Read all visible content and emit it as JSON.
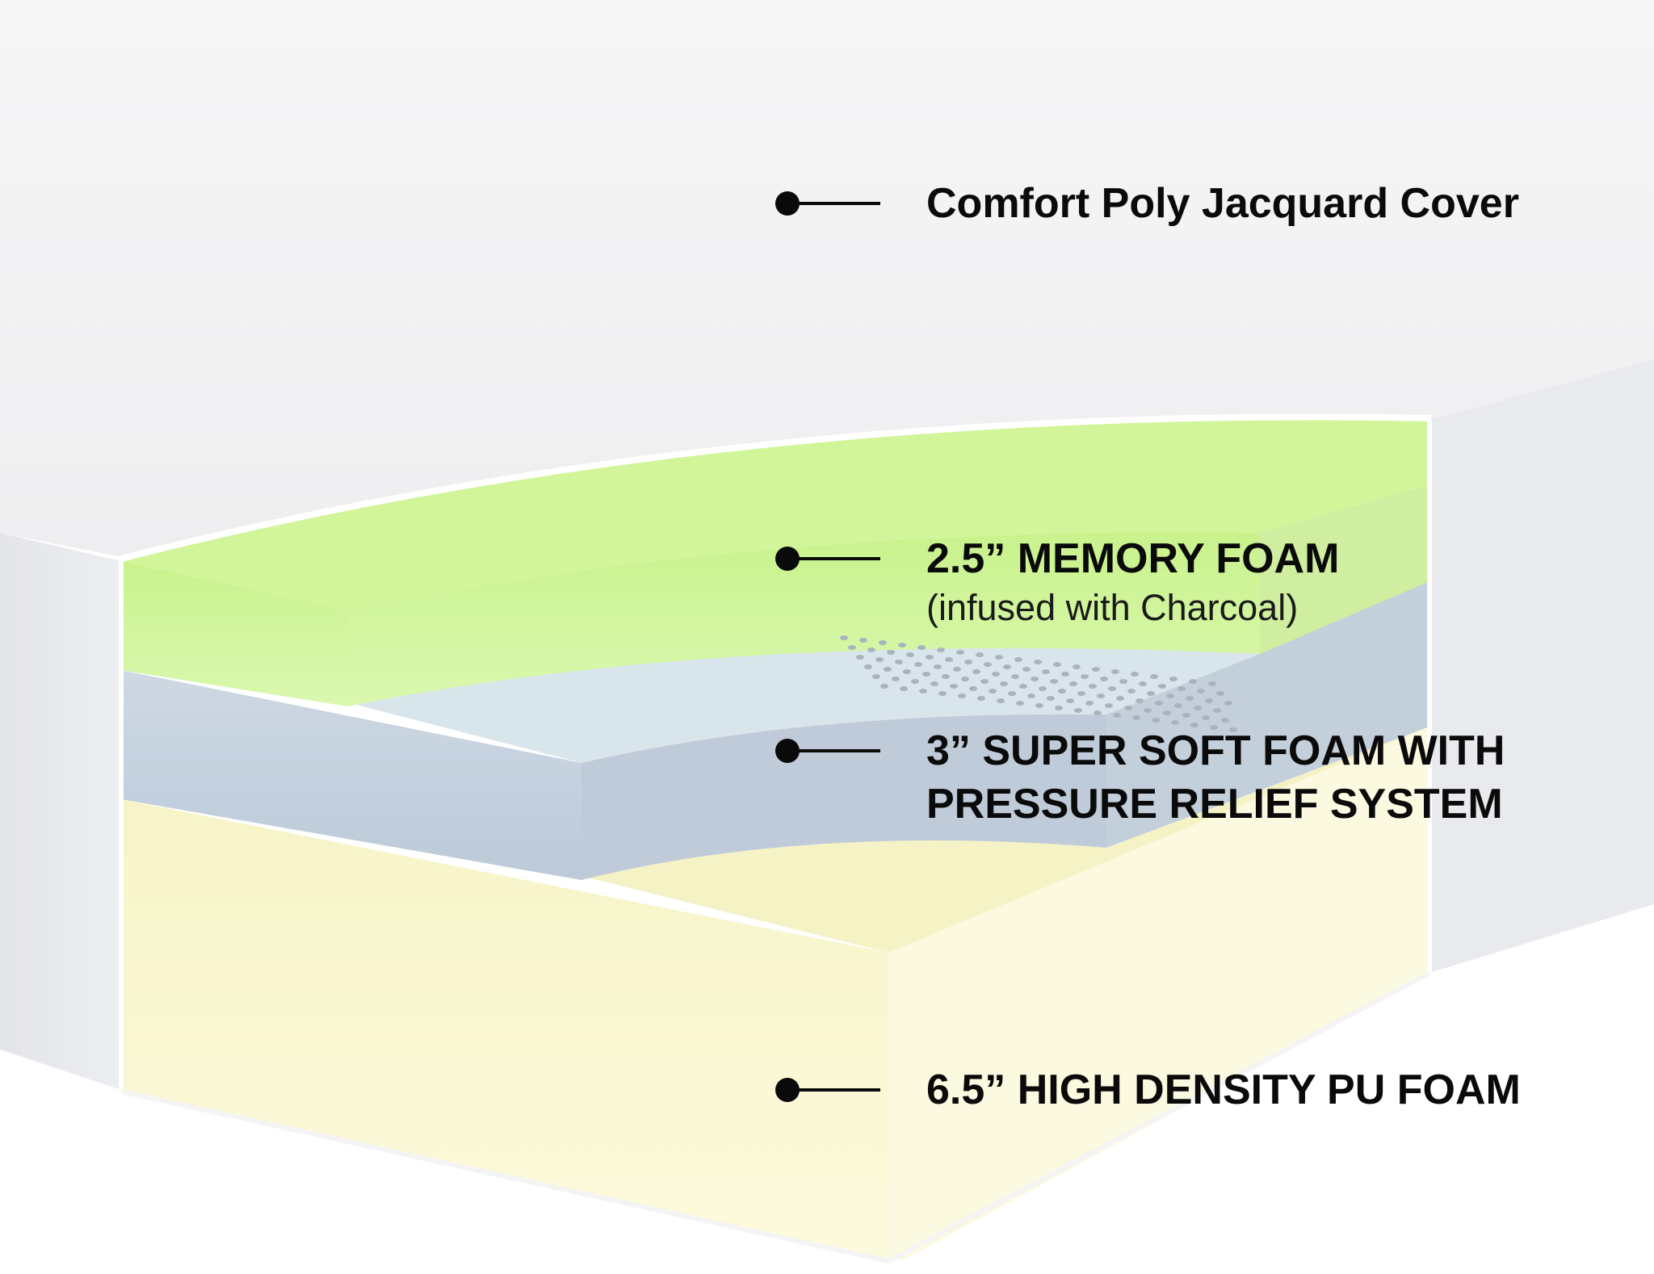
{
  "layers": [
    {
      "title": "Comfort Poly Jacquard Cover",
      "subtitle": ""
    },
    {
      "title": "2.5” MEMORY FOAM",
      "subtitle": "(infused with Charcoal)"
    },
    {
      "title": "3” SUPER SOFT FOAM WITH",
      "subtitle_bold": "PRESSURE RELIEF SYSTEM"
    },
    {
      "title": "6.5” HIGH DENSITY PU FOAM",
      "subtitle": ""
    }
  ],
  "colors": {
    "cover": "#f2f3f5",
    "memory_foam": "#d6f6a8",
    "soft_foam": "#c3cfdc",
    "base_foam": "#fbf8d6",
    "text": "#0a0a0a"
  }
}
